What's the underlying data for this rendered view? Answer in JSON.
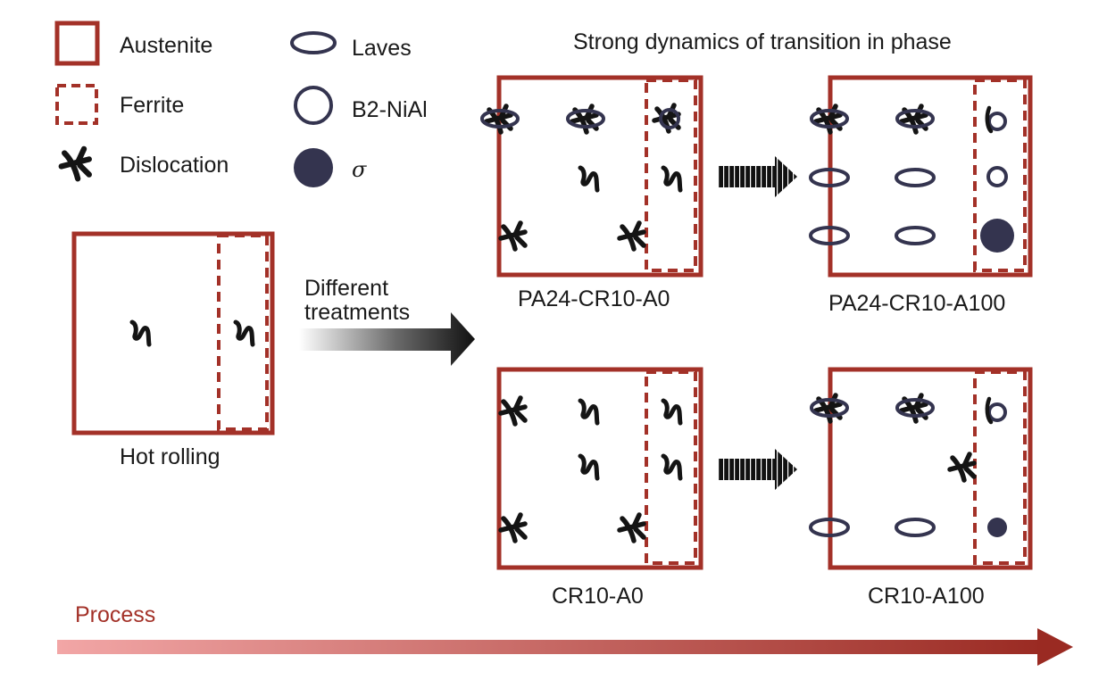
{
  "legend": {
    "austenite": "Austenite",
    "ferrite": "Ferrite",
    "dislocation": "Dislocation",
    "laves": "Laves",
    "b2": "B2-NiAl",
    "sigma": "σ"
  },
  "header": "Strong dynamics of transition in phase",
  "arrow_label_line1": "Different",
  "arrow_label_line2": "treatments",
  "process_label": "Process",
  "panels": {
    "hot_rolling": "Hot rolling",
    "pa_a0": "PA24-CR10-A0",
    "pa_a100": "PA24-CR10-A100",
    "cr_a0": "CR10-A0",
    "cr_a100": "CR10-A100"
  },
  "colors": {
    "austenite": "#a33128",
    "precipitate": "#34344f",
    "process_start": "#f2a6a6",
    "process_end": "#9a2a22"
  }
}
